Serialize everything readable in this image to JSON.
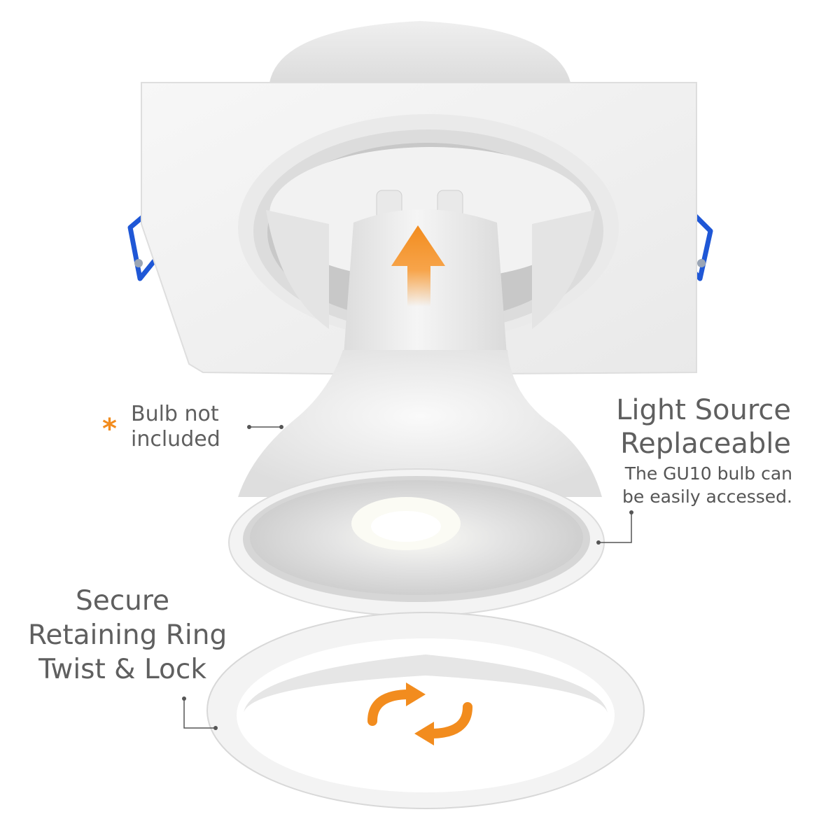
{
  "callouts": {
    "bulb_note": {
      "marker": "*",
      "lines": [
        "Bulb not",
        "included"
      ]
    },
    "light_source": {
      "title_lines": [
        "Light Source",
        "Replaceable"
      ],
      "desc_lines": [
        "The GU10 bulb can",
        "be easily accessed."
      ]
    },
    "retaining_ring": {
      "title_lines": [
        "Secure",
        "Retaining Ring",
        "Twist & Lock"
      ]
    }
  },
  "colors": {
    "accent_orange": "#f28c1e",
    "clip_blue": "#1f57d6",
    "text_gray": "#5f5f5f",
    "fixture_white": "#f4f4f4"
  },
  "icons": [
    "insert-arrow-icon",
    "twist-rotate-icon",
    "spring-clip-icon"
  ]
}
